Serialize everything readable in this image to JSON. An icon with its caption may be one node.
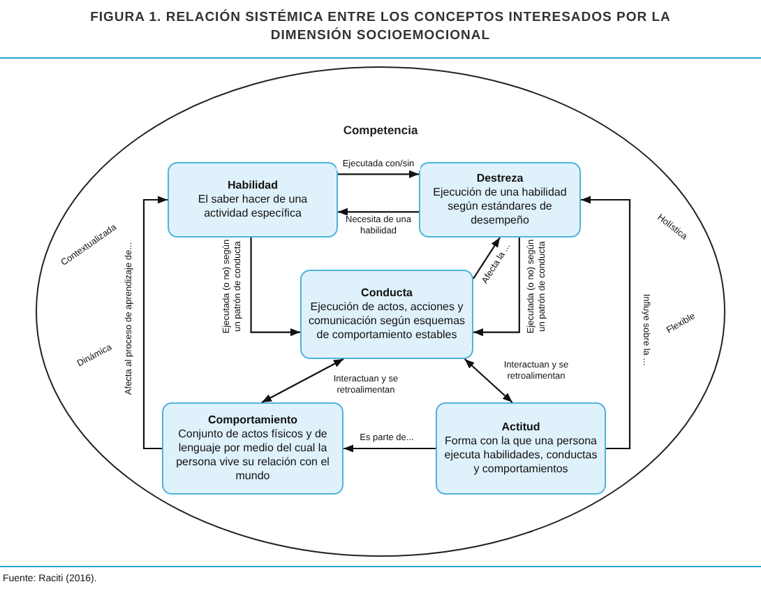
{
  "diagram": {
    "title": "FIGURA 1. RELACIÓN SISTÉMICA ENTRE LOS CONCEPTOS INTERESADOS POR LA DIMENSIÓN SOCIOEMOCIONAL",
    "caption": "Fuente: Raciti (2016).",
    "nodes": [
      {
        "text": [
          "Competencia"
        ]
      },
      {
        "text": [
          "Habilidad",
          "El saber hacer de una actividad específica"
        ],
        "in": 0
      },
      {
        "text": [
          "Destreza",
          "Ejecución de una habilidad según estándares de desempeño"
        ],
        "in": 0
      },
      {
        "text": [
          "Conducta",
          "Ejecución de actos, acciones y comunicación según esquemas de comportamiento estables"
        ],
        "in": 0
      },
      {
        "text": [
          "Comportamiento",
          "Conjunto de actos físicos y de lenguaje por medio del cual la persona vive su relación con el mundo"
        ],
        "in": 0
      },
      {
        "text": [
          "Actitud",
          "Forma con la que una persona ejecuta habilidades, conductas y comportamientos"
        ],
        "in": 0
      }
    ],
    "edges": [
      {
        "from": 1,
        "to": 2,
        "arrow": "to",
        "label": "Ejecutada con/sin"
      },
      {
        "from": 2,
        "to": 1,
        "arrow": "to",
        "label": "Necesita de una habilidad"
      },
      {
        "from": 1,
        "to": 3,
        "arrow": "to",
        "label": "Ejecutada (o no) según un patrón de conducta"
      },
      {
        "from": 2,
        "to": 3,
        "arrow": "to",
        "label": "Ejecutada (o no) según un patrón de conducta"
      },
      {
        "from": 3,
        "to": 2,
        "arrow": "to",
        "label": "Afecta la ..."
      },
      {
        "from": 3,
        "to": 4,
        "arrow": "both",
        "label": "Interactuan y se retroalimentan"
      },
      {
        "from": 3,
        "to": 5,
        "arrow": "both",
        "label": "Interactuan y se retroalimentan"
      },
      {
        "from": 5,
        "to": 4,
        "arrow": "to",
        "label": "Es parte de..."
      },
      {
        "from": 4,
        "to": 1,
        "arrow": "to",
        "label": "Afecta al proceso de aprendizaje de..."
      },
      {
        "from": 5,
        "to": 2,
        "arrow": "to",
        "label": "Influye sobre la ..."
      }
    ],
    "labels": [
      "Contextualizada",
      "Holística",
      "Dinámica",
      "Flexible"
    ]
  }
}
